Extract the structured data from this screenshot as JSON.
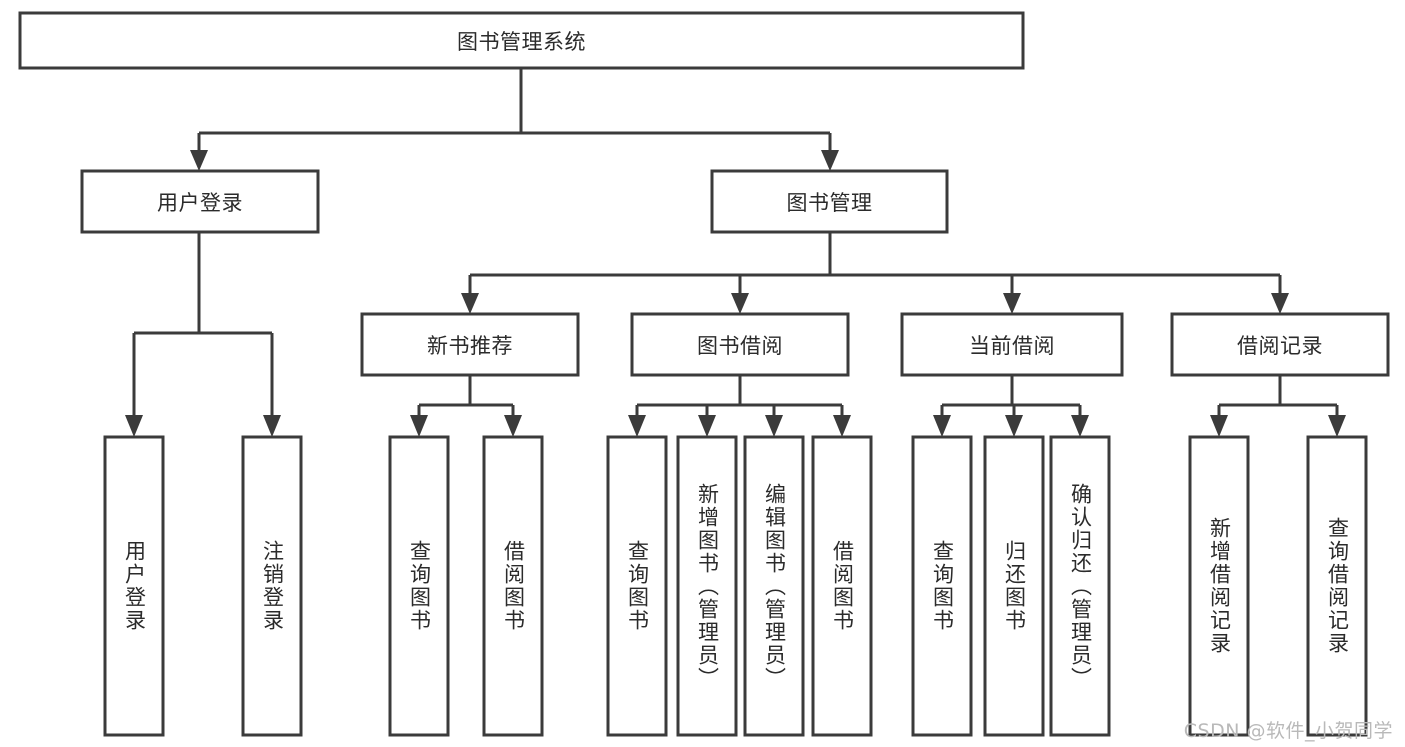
{
  "diagram": {
    "title": "图书管理系统",
    "watermark": "CSDN @软件_小贺同学",
    "colors": {
      "stroke": "#3b3b3b",
      "box_fill": "#ffffff",
      "text": "#2b2b2b",
      "background": "#ffffff",
      "watermark": "#b9b9b9"
    },
    "root": {
      "label": "图书管理系统"
    },
    "level2": [
      {
        "label": "用户登录"
      },
      {
        "label": "图书管理"
      }
    ],
    "level3": [
      {
        "label": "新书推荐"
      },
      {
        "label": "图书借阅"
      },
      {
        "label": "当前借阅"
      },
      {
        "label": "借阅记录"
      }
    ],
    "leaves": {
      "user_login": [
        {
          "label": "用户登录"
        },
        {
          "label": "注销登录"
        }
      ],
      "new_book_recommend": [
        {
          "label": "查询图书"
        },
        {
          "label": "借阅图书"
        }
      ],
      "book_borrow": [
        {
          "label": "查询图书"
        },
        {
          "label": "新增图书（管理员）"
        },
        {
          "label": "编辑图书（管理员）"
        },
        {
          "label": "借阅图书"
        }
      ],
      "current_borrow": [
        {
          "label": "查询图书"
        },
        {
          "label": "归还图书"
        },
        {
          "label": "确认归还（管理员）"
        }
      ],
      "borrow_record": [
        {
          "label": "新增借阅记录"
        },
        {
          "label": "查询借阅记录"
        }
      ]
    }
  }
}
